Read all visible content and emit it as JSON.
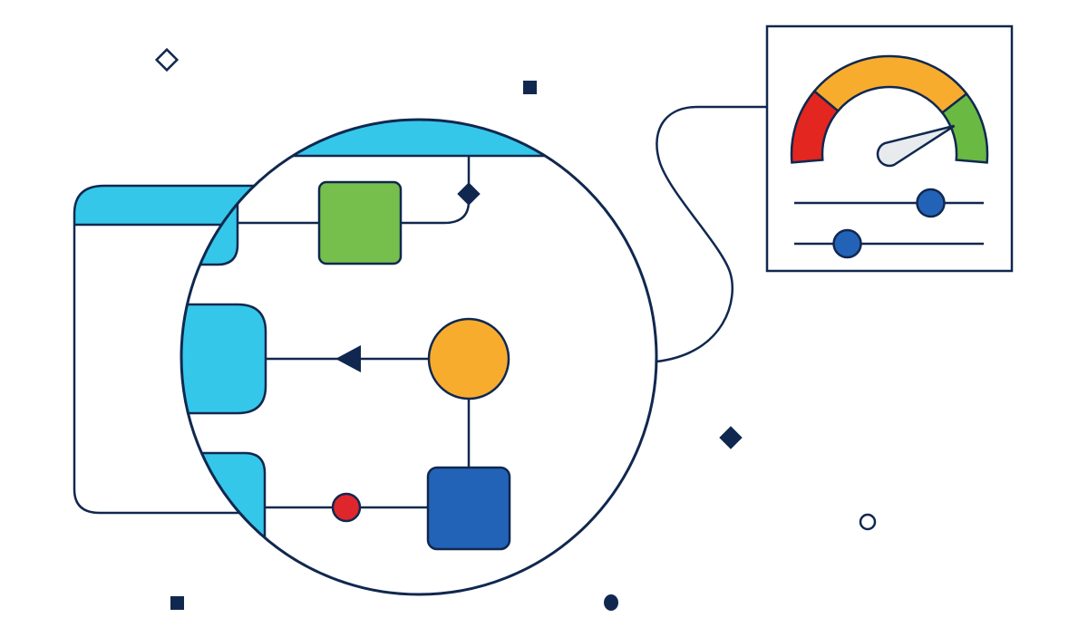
{
  "illustration": {
    "type": "workflow-monitoring-illustration",
    "text_labels": []
  },
  "colors": {
    "outline": "#10284f",
    "header_cyan": "#35c7ea",
    "green_block": "#76bf4c",
    "orange_node": "#f8ac2e",
    "blue_block": "#2363b7",
    "red_dot": "#e0262d",
    "gauge_red": "#e3261f",
    "gauge_orange": "#f8ac2e",
    "gauge_green": "#6ab943",
    "slider_knob": "#2363b7",
    "needle_fill": "#e8ebee",
    "background": "#ffffff"
  },
  "gauge": {
    "segments": [
      "red",
      "orange",
      "green"
    ],
    "needle_level": 0.85
  },
  "sliders": [
    {
      "name": "slider-1",
      "level": 0.72
    },
    {
      "name": "slider-2",
      "level": 0.28
    }
  ],
  "icons": [
    "diamond-outline-icon",
    "square-icon",
    "diamond-icon",
    "circle-outline-icon",
    "dot-icon",
    "arrow-left-icon"
  ]
}
